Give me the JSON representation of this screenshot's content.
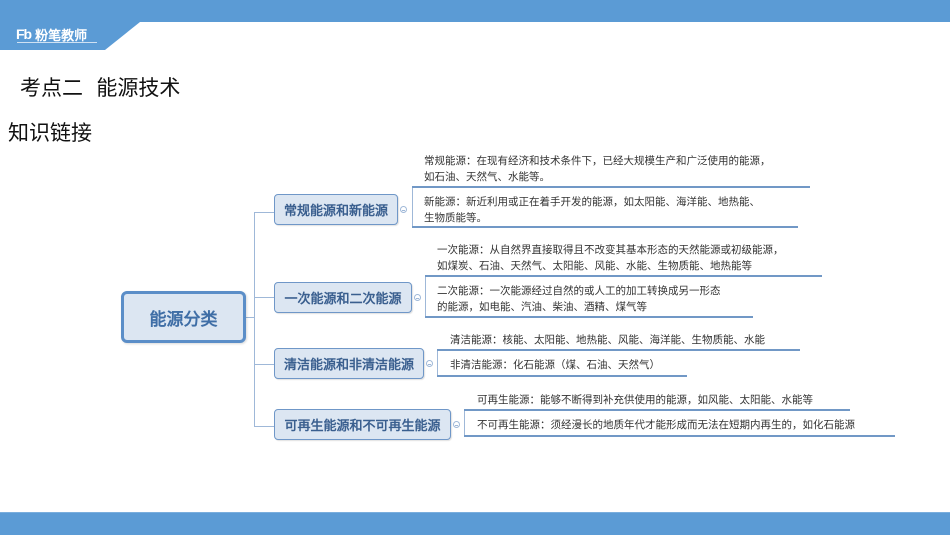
{
  "header": {
    "brand_mark": "Fb",
    "brand_name": "粉笔教师",
    "colors": {
      "bar": "#5b9bd5"
    }
  },
  "page": {
    "title": "考点二  能源技术",
    "subtitle": "知识链接"
  },
  "mindmap": {
    "root": "能源分类",
    "branches": [
      {
        "label": "常规能源和新能源",
        "leaves": [
          {
            "lines": [
              "常规能源：在现有经济和技术条件下，已经大规模生产和广泛使用的能源，",
              "如石油、天然气、水能等。"
            ]
          },
          {
            "lines": [
              "新能源：新近利用或正在着手开发的能源，如太阳能、海洋能、地热能、",
              "生物质能等。"
            ]
          }
        ]
      },
      {
        "label": "一次能源和二次能源",
        "leaves": [
          {
            "lines": [
              "一次能源：从自然界直接取得且不改变其基本形态的天然能源或初级能源，",
              "如煤炭、石油、天然气、太阳能、风能、水能、生物质能、地热能等"
            ]
          },
          {
            "lines": [
              "二次能源：一次能源经过自然的或人工的加工转换成另一形态",
              "的能源，如电能、汽油、柴油、酒精、煤气等"
            ]
          }
        ]
      },
      {
        "label": "清洁能源和非清洁能源",
        "leaves": [
          {
            "lines": [
              "清洁能源：核能、太阳能、地热能、风能、海洋能、生物质能、水能"
            ]
          },
          {
            "lines": [
              "非清洁能源：化石能源（煤、石油、天然气）"
            ]
          }
        ]
      },
      {
        "label": "可再生能源和不可再生能源",
        "leaves": [
          {
            "lines": [
              "可再生能源：能够不断得到补充供使用的能源，如风能、太阳能、水能等"
            ]
          },
          {
            "lines": [
              "不可再生能源：须经漫长的地质年代才能形成而无法在短期内再生的，如化石能源"
            ]
          }
        ]
      }
    ]
  }
}
